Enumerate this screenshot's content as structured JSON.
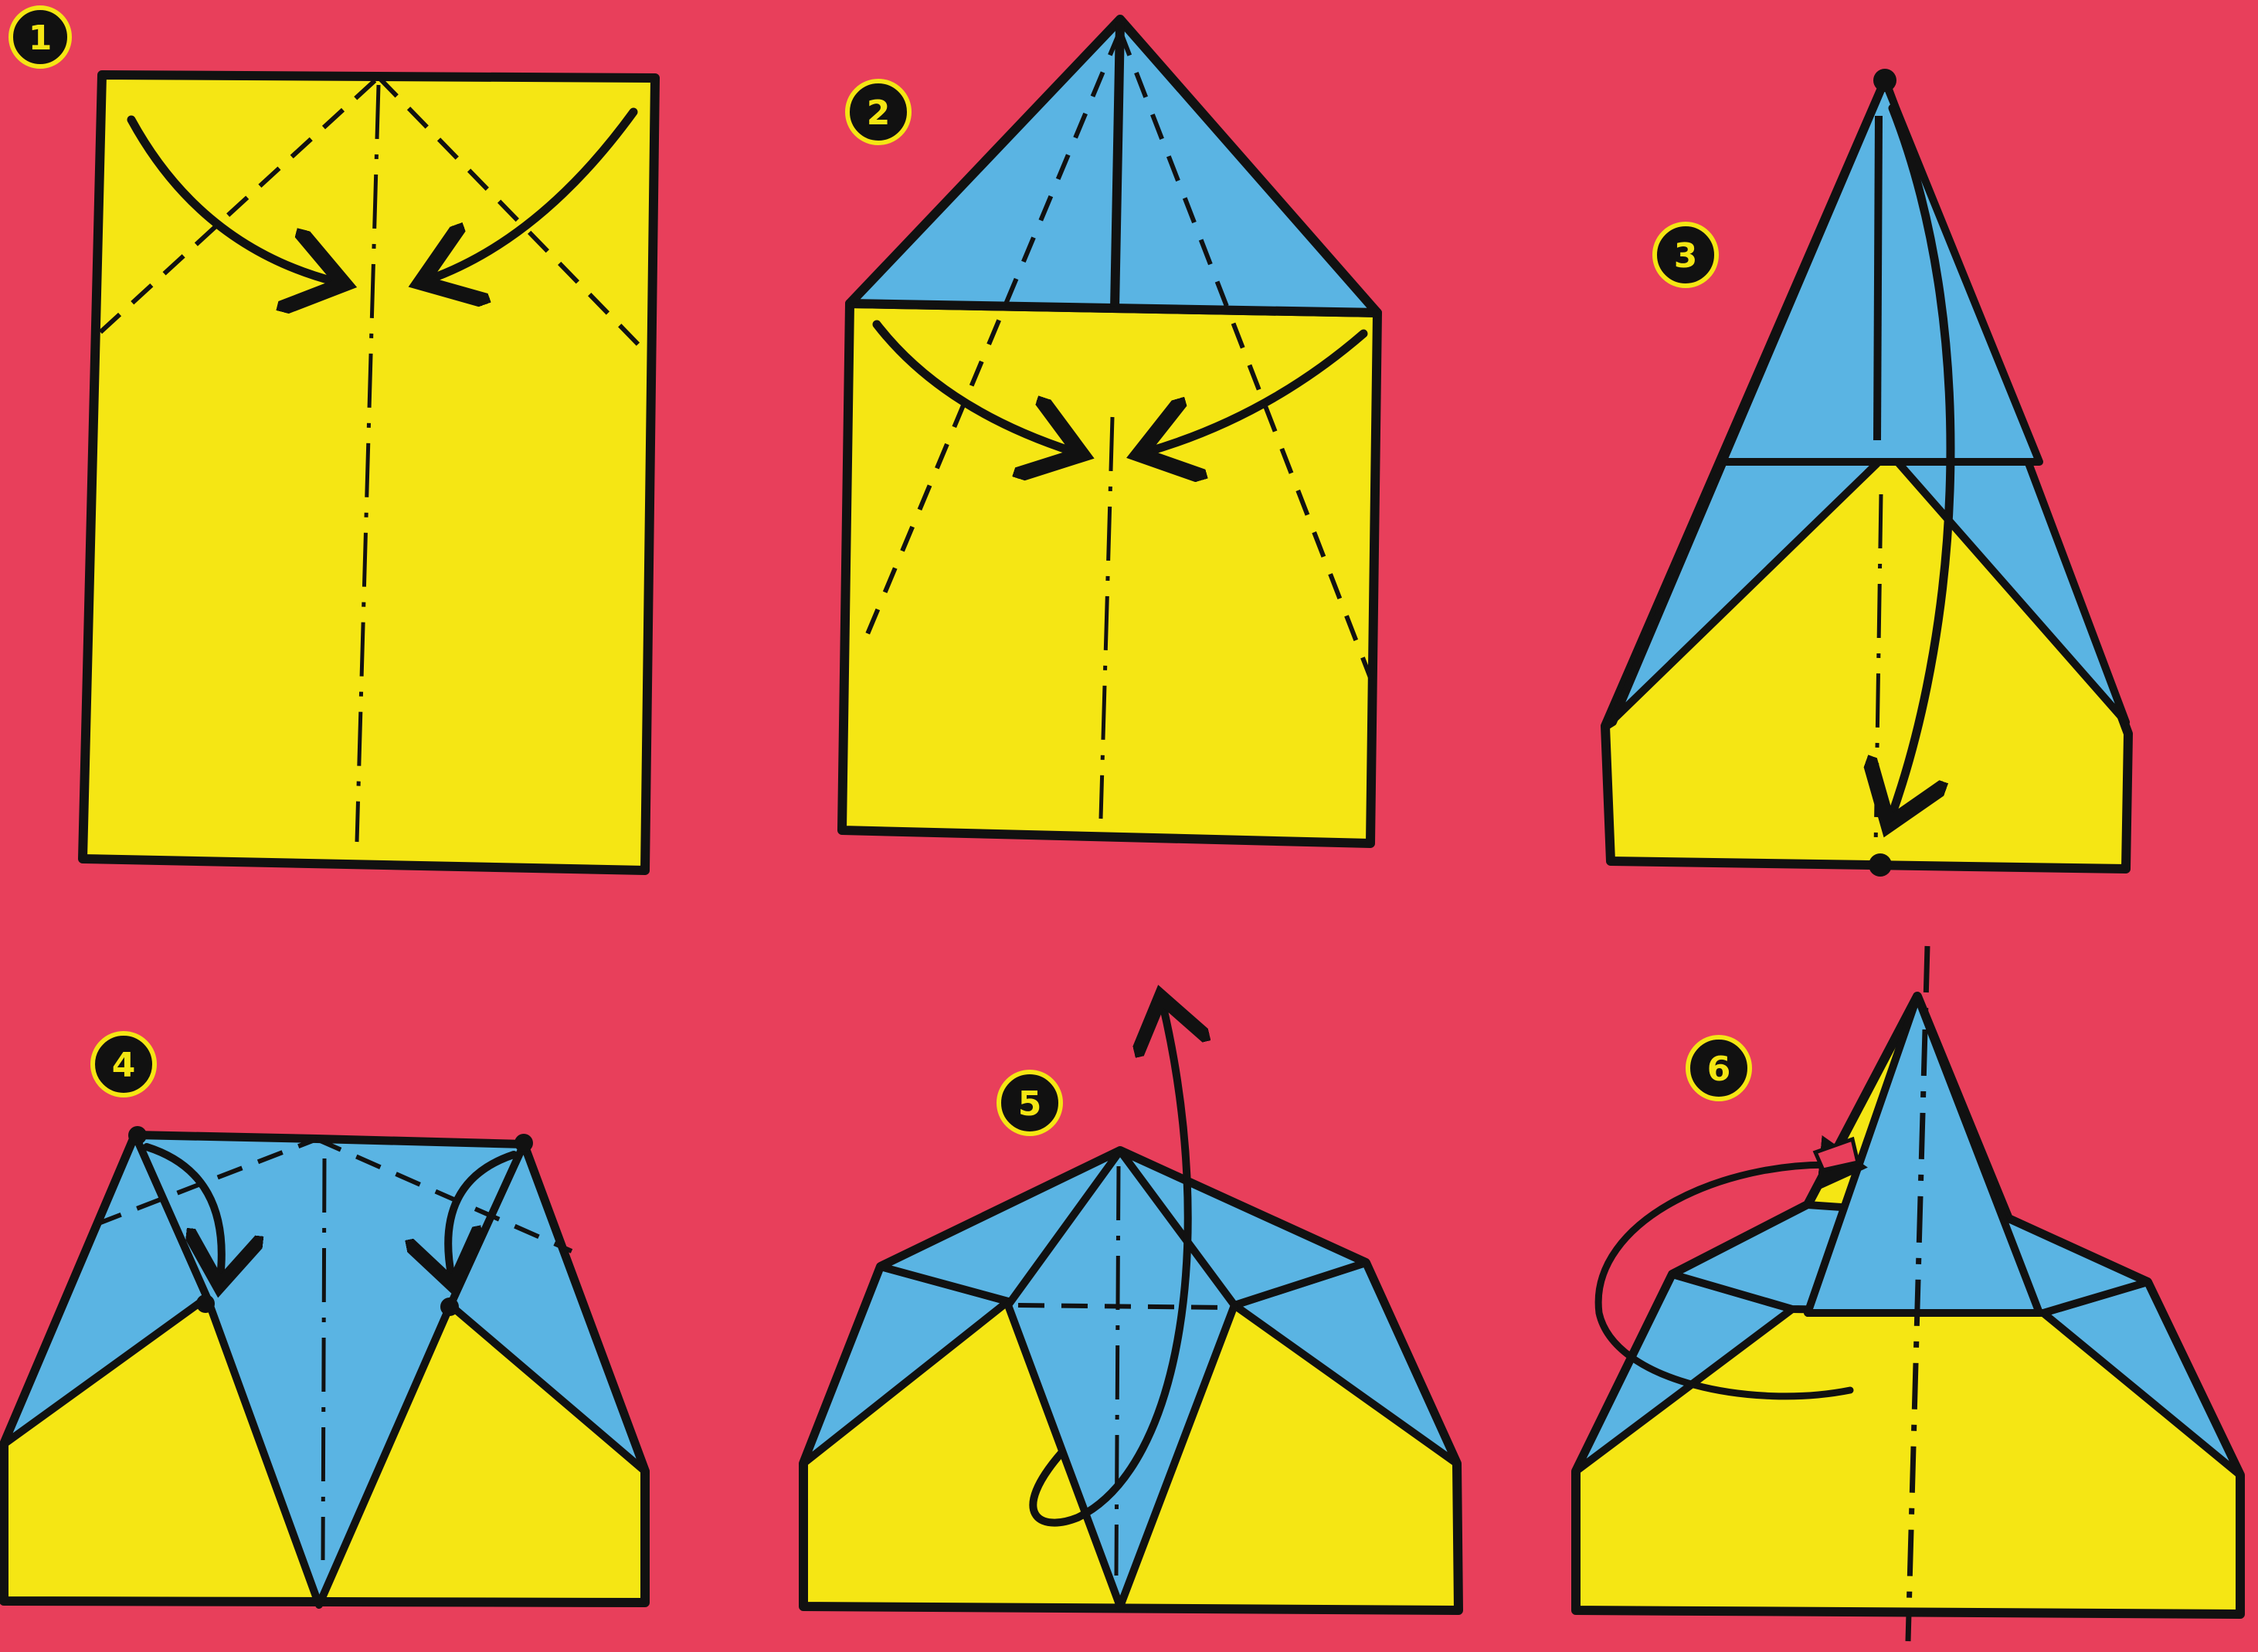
{
  "colors": {
    "background": "#e83f5b",
    "paper_front": "#f5e614",
    "paper_back": "#5ab4e3",
    "line": "#111111",
    "badge_fill": "#111111",
    "badge_ring": "#f5e614",
    "badge_text": "#f5e614"
  },
  "steps": [
    {
      "number": "1",
      "icons": [
        "fold-arrow-left-in",
        "fold-arrow-right-in"
      ],
      "folds": [
        "valley-fold-corners",
        "center-crease"
      ]
    },
    {
      "number": "2",
      "icons": [
        "fold-arrow-left-in",
        "fold-arrow-right-in"
      ],
      "folds": [
        "valley-fold-edges-to-center"
      ]
    },
    {
      "number": "3",
      "icons": [
        "fold-arrow-down"
      ],
      "folds": [
        "fold-tip-down"
      ]
    },
    {
      "number": "4",
      "icons": [
        "fold-arrow-left-in",
        "fold-arrow-right-in"
      ],
      "folds": [
        "fold-corners-to-dots"
      ]
    },
    {
      "number": "5",
      "icons": [
        "fold-arrow-up"
      ],
      "folds": [
        "fold-tip-up"
      ]
    },
    {
      "number": "6",
      "icons": [
        "mountain-fold-arrow"
      ],
      "folds": [
        "mountain-fold-center"
      ]
    }
  ]
}
